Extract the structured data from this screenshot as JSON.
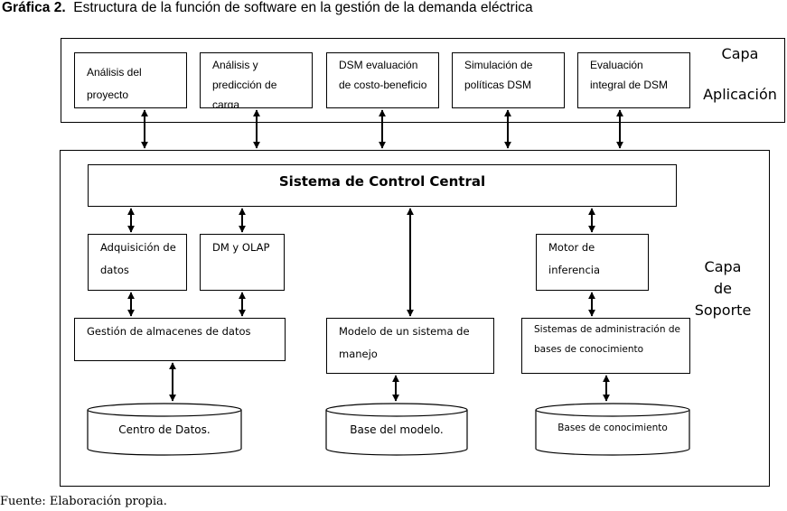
{
  "figure": {
    "label": "Gráfica 2.",
    "title": "Estructura de la función de software en la  gestión de la demanda eléctrica",
    "source_label": "Fuente:",
    "source_text": "Elaboración propia."
  },
  "application_layer": {
    "label_line1": "Capa",
    "label_line2": "Aplicación",
    "modules": [
      {
        "line1": "Análisis del",
        "line2": "proyecto",
        "line3": ""
      },
      {
        "line1": "Análisis y",
        "line2": "predicción de",
        "line3": "carga"
      },
      {
        "line1": "DSM evaluación",
        "line2": "de costo-beneficio",
        "line3": ""
      },
      {
        "line1": "Simulación de",
        "line2": "políticas DSM",
        "line3": ""
      },
      {
        "line1": "Evaluación",
        "line2": "integral de DSM",
        "line3": ""
      }
    ]
  },
  "support_layer": {
    "label_line1": "Capa",
    "label_line2": "de",
    "label_line3": "Soporte",
    "central_system": "Sistema de Control Central",
    "modules": {
      "data_acquisition": {
        "line1": "Adquisición de",
        "line2": "datos"
      },
      "dm_olap": {
        "line1": "DM y OLAP",
        "line2": ""
      },
      "inference_engine": {
        "line1": "Motor de",
        "line2": "inferencia"
      },
      "data_warehouse_mgmt": {
        "line1": "Gestión de almacenes de datos",
        "line2": ""
      },
      "management_model": {
        "line1": "Modelo de un sistema de",
        "line2": "manejo"
      },
      "knowledge_base_mgmt": {
        "line1": "Sistemas de administración de",
        "line2": "bases de conocimiento"
      }
    },
    "databases": {
      "data_center": "Centro de Datos.",
      "model_base": "Base del modelo.",
      "knowledge_bases": "Bases de conocimiento"
    }
  }
}
